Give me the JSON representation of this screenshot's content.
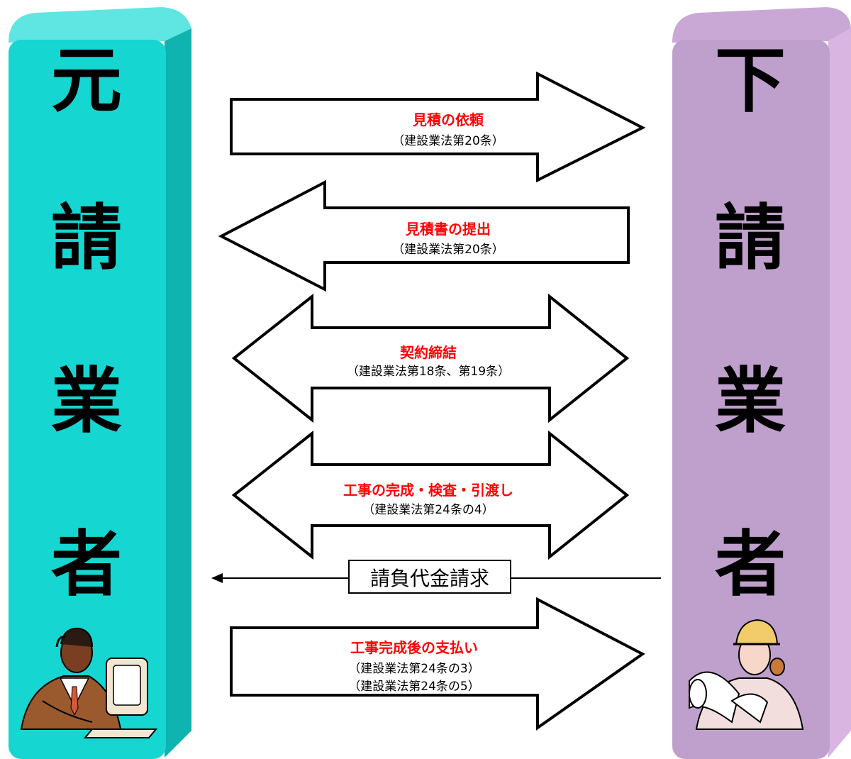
{
  "left_party": {
    "chars": [
      "元",
      "請",
      "業",
      "者"
    ],
    "color_front": "#16d6d2",
    "color_side": "#0fb3b0",
    "color_top": "#5fe6e3",
    "illustration": "businessman-at-computer"
  },
  "right_party": {
    "chars": [
      "下",
      "請",
      "業",
      "者"
    ],
    "color_front": "#bf9fcb",
    "color_side": "#d9b6e2",
    "color_top": "#c9a8d6",
    "illustration": "worker-with-hardhat-holding-plans"
  },
  "steps": [
    {
      "id": "estimate-request",
      "direction": "right",
      "title": "見積の依頼",
      "sub": [
        "（建設業法第20条）"
      ]
    },
    {
      "id": "estimate-submission",
      "direction": "left",
      "title": "見積書の提出",
      "sub": [
        "（建設業法第20条）"
      ]
    },
    {
      "id": "contract",
      "direction": "both",
      "title": "契約締結",
      "sub": [
        "（建設業法第18条、第19条）"
      ]
    },
    {
      "id": "completion",
      "direction": "both",
      "title": "工事の完成・検査・引渡し",
      "sub": [
        "（建設業法第24条の4）"
      ]
    },
    {
      "id": "payment-request",
      "direction": "left-line",
      "title": "請負代金請求",
      "sub": []
    },
    {
      "id": "payment",
      "direction": "right",
      "title": "工事完成後の支払い",
      "sub": [
        "（建設業法第24条の3）",
        "（建設業法第24条の5）"
      ]
    }
  ],
  "colors": {
    "title_red": "#ff0000",
    "text_black": "#000000"
  }
}
